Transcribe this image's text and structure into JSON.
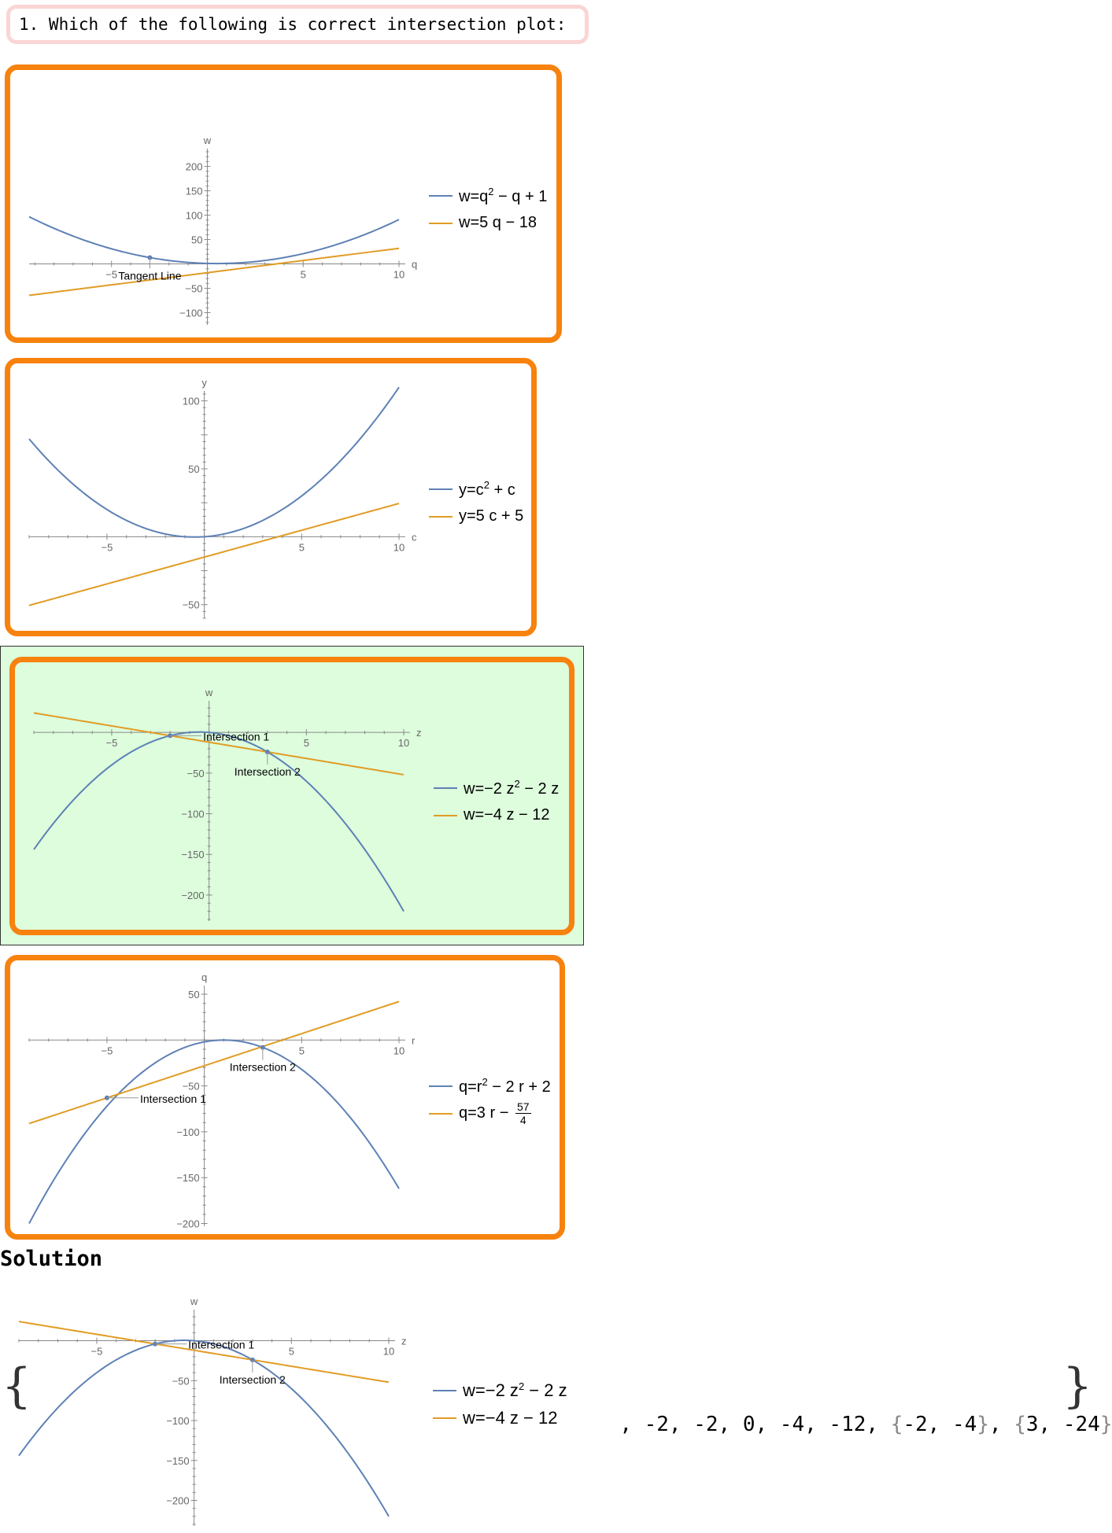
{
  "question": {
    "text": "1. Which of the following is correct intersection plot:"
  },
  "colors": {
    "series1": "#5e81b5",
    "series2": "#e19c24",
    "option_border": "#f7820e",
    "correct_bg": "#ddfddd",
    "question_border": "#fbd5d5"
  },
  "options": [
    {
      "legend": [
        {
          "prefix": "w=q",
          "sup": "2",
          "suffix": " − q + 1"
        },
        {
          "prefix": "w=5 q − 18"
        }
      ],
      "chart_data": {
        "type": "line",
        "xlabel": "q",
        "ylabel": "w",
        "xlim": [
          -9.3,
          10
        ],
        "ylim": [
          -125,
          230
        ],
        "xticks": [
          -5,
          5,
          10
        ],
        "yticks": [
          -100,
          -50,
          50,
          100,
          150,
          200
        ],
        "series": [
          {
            "kind": "quadratic",
            "a": 1,
            "b": -1,
            "c": 1,
            "x": [
              -9.3,
              10
            ],
            "color": "series1"
          },
          {
            "kind": "linear",
            "m": 5,
            "b": -18,
            "x": [
              -9.3,
              10
            ],
            "color": "series2"
          }
        ],
        "points": [
          {
            "x": -3,
            "y": 13
          }
        ],
        "annotations": [
          {
            "text": "Tangent Line",
            "x": -3,
            "y": 13
          }
        ]
      }
    },
    {
      "legend": [
        {
          "prefix": "y=c",
          "sup": "2",
          "suffix": " + c"
        },
        {
          "prefix": "y=5 c + 5"
        }
      ],
      "chart_data": {
        "type": "line",
        "xlabel": "c",
        "ylabel": "y",
        "xlim": [
          -9,
          10
        ],
        "ylim": [
          -60,
          105
        ],
        "xticks": [
          -5,
          5,
          10
        ],
        "yticks": [
          -50,
          50,
          100
        ],
        "series": [
          {
            "kind": "quadratic",
            "a": 1,
            "b": 1,
            "c": 0,
            "x": [
              -9,
              10
            ],
            "color": "series1"
          },
          {
            "kind": "linear",
            "m": 3.95,
            "b": -15,
            "x": [
              -9,
              10
            ],
            "color": "series2"
          }
        ],
        "points": [],
        "annotations": []
      }
    },
    {
      "legend": [
        {
          "prefix": "w=−2 z",
          "sup": "2",
          "suffix": " − 2 z"
        },
        {
          "prefix": "w=−4 z − 12"
        }
      ],
      "chart_data": {
        "type": "line",
        "xlabel": "z",
        "ylabel": "w",
        "xlim": [
          -9,
          10
        ],
        "ylim": [
          -232,
          35
        ],
        "xticks": [
          -5,
          5,
          10
        ],
        "yticks": [
          -50,
          -100,
          -150,
          -200
        ],
        "series": [
          {
            "kind": "quadratic",
            "a": -2,
            "b": -2,
            "c": 0,
            "x": [
              -9,
              10
            ],
            "color": "series1"
          },
          {
            "kind": "linear",
            "m": -4,
            "b": -12,
            "x": [
              -9,
              10
            ],
            "color": "series2"
          }
        ],
        "points": [
          {
            "x": -2,
            "y": -4
          },
          {
            "x": 3,
            "y": -24
          }
        ],
        "annotations": [
          {
            "text": "Intersection 1",
            "x": -2,
            "y": -4
          },
          {
            "text": "Intersection 2",
            "x": 3,
            "y": -24
          }
        ]
      }
    },
    {
      "legend": [
        {
          "prefix": "q=r",
          "sup": "2",
          "suffix": " − 2 r + 2"
        },
        {
          "prefix": "q=3 r − ",
          "frac": [
            "57",
            "4"
          ]
        }
      ],
      "chart_data": {
        "type": "line",
        "xlabel": "r",
        "ylabel": "q",
        "xlim": [
          -9,
          10
        ],
        "ylim": [
          -203,
          56
        ],
        "xticks": [
          -5,
          5,
          10
        ],
        "yticks": [
          50,
          -50,
          -100,
          -150,
          -200
        ],
        "series": [
          {
            "kind": "quadratic",
            "a": -2,
            "b": 4,
            "c": -2,
            "x": [
              -9,
              10
            ],
            "color": "series1"
          },
          {
            "kind": "linear",
            "m": 7,
            "b": -28,
            "x": [
              -9,
              10
            ],
            "color": "series2"
          }
        ],
        "points": [
          {
            "x": -5,
            "y": -63
          },
          {
            "x": 3,
            "y": -8
          }
        ],
        "annotations": [
          {
            "text": "Intersection 1",
            "x": -5,
            "y": -63
          },
          {
            "text": "Intersection 2",
            "x": 3,
            "y": -8
          }
        ]
      }
    }
  ],
  "solution": {
    "title": "Solution",
    "legend": [
      {
        "prefix": "w=−2 z",
        "sup": "2",
        "suffix": " − 2 z"
      },
      {
        "prefix": "w=−4 z − 12"
      }
    ],
    "chart_data": {
      "type": "line",
      "xlabel": "z",
      "ylabel": "w",
      "xlim": [
        -9,
        10
      ],
      "ylim": [
        -232,
        35
      ],
      "xticks": [
        -5,
        5,
        10
      ],
      "yticks": [
        -50,
        -100,
        -150,
        -200
      ],
      "series": [
        {
          "kind": "quadratic",
          "a": -2,
          "b": -2,
          "c": 0,
          "x": [
            -9,
            10
          ],
          "color": "series1"
        },
        {
          "kind": "linear",
          "m": -4,
          "b": -12,
          "x": [
            -9,
            10
          ],
          "color": "series2"
        }
      ],
      "points": [
        {
          "x": -2,
          "y": -4
        },
        {
          "x": 3,
          "y": -24
        }
      ],
      "annotations": [
        {
          "text": "Intersection 1",
          "x": -2,
          "y": -4
        },
        {
          "text": "Intersection 2",
          "x": 3,
          "y": -24
        }
      ]
    },
    "open_brace": "{",
    "close_brace": "}",
    "tail_values": ", -2, -2, 0, -4, -12, ",
    "pair1": {
      "open": "{",
      "body": "-2, -4",
      "close": "}"
    },
    "sep": ", ",
    "pair2": {
      "open": "{",
      "body": "3, -24",
      "close": "}"
    }
  }
}
